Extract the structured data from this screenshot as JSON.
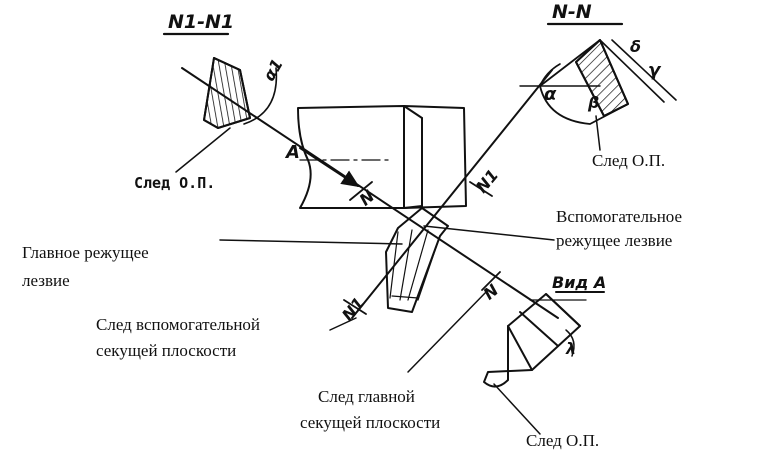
{
  "views": {
    "section_n1": "N1-N1",
    "section_n": "N-N",
    "view_a": "Вид А"
  },
  "letters": {
    "a_arrow": "A",
    "n_lower": "N",
    "n_upper": "N",
    "n1_lower": "N1",
    "n1_upper": "N1",
    "alpha1": "α1",
    "alpha": "α",
    "delta": "δ",
    "gamma": "γ",
    "beta": "β",
    "lambda": "λ"
  },
  "labels": {
    "trace_op_left": "След О.П.",
    "trace_op_right": "След О.П.",
    "trace_op_bottom": "След О.П.",
    "aux_edge_line1": "Вспомогательное",
    "aux_edge_line2": "режущее лезвие",
    "main_edge_line1": "Главное режущее",
    "main_edge_line2": "лезвие",
    "aux_plane_line1": "След вспомогательной",
    "aux_plane_line2": "секущей плоскости",
    "main_plane_line1": "След главной",
    "main_plane_line2": "секущей плоскости"
  }
}
